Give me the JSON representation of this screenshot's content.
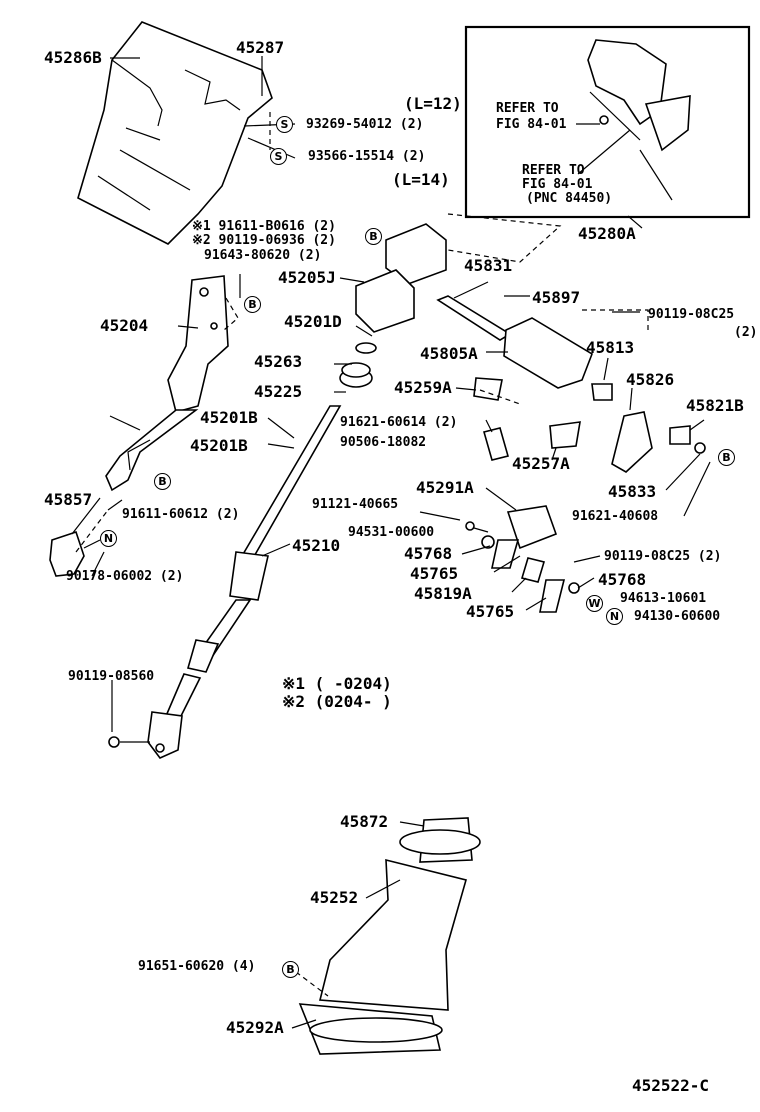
{
  "figure_code": "452522-C",
  "refer_1": "REFER TO",
  "refer_1b": "FIG 84-01",
  "refer_2": "REFER TO",
  "refer_2b": "FIG 84-01",
  "refer_2c": "(PNC 84450)",
  "len_12": "(L=12)",
  "len_14": "(L=14)",
  "note_1": "※1 (        -0204)",
  "note_2": "※2 (0204-        )",
  "symbols": {
    "s": "S",
    "b": "B",
    "n": "N",
    "w": "W"
  },
  "parts": {
    "p45286B": "45286B",
    "p45287": "45287",
    "p93269": "93269-54012 (2)",
    "p93566": "93566-15514 (2)",
    "p45280A": "45280A",
    "p91611_1": "※1 91611-B0616 (2)",
    "p90119_2": "※2 90119-06936 (2)",
    "p91643": "91643-80620 (2)",
    "p45205J": "45205J",
    "p45831": "45831",
    "p45897": "45897",
    "p90119_08C25_a": "90119-08C25",
    "p90119_08C25_a2": "(2)",
    "p45204": "45204",
    "p45201D": "45201D",
    "p45805A": "45805A",
    "p45813": "45813",
    "p45263": "45263",
    "p45826": "45826",
    "p45225": "45225",
    "p45259A": "45259A",
    "p45821B": "45821B",
    "p45201B_1": "45201B",
    "p91621_60614": "91621-60614 (2)",
    "p45201B_2": "45201B",
    "p90506": "90506-18082",
    "p45257A": "45257A",
    "p45833": "45833",
    "p45857": "45857",
    "p91611_60612": "91611-60612 (2)",
    "p91121": "91121-40665",
    "p45291A": "45291A",
    "p91621_40608": "91621-40608",
    "p94531": "94531-00600",
    "p45210": "45210",
    "p45768_1": "45768",
    "p90119_08C25_b": "90119-08C25 (2)",
    "p90178": "90178-06002 (2)",
    "p45765_1": "45765",
    "p45768_2": "45768",
    "p45819A": "45819A",
    "p94613": "94613-10601",
    "p45765_2": "45765",
    "p94130": "94130-60600",
    "p90119_08560": "90119-08560",
    "p45872": "45872",
    "p45252": "45252",
    "p91651": "91651-60620 (4)",
    "p45292A": "45292A"
  }
}
